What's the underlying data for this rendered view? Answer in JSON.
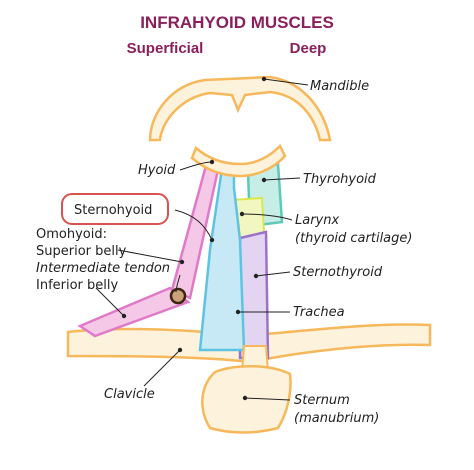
{
  "header": {
    "title": "INFRAHYOID MUSCLES",
    "subtitle_left": "Superficial",
    "subtitle_right": "Deep"
  },
  "labels": {
    "mandible": "Mandible",
    "hyoid": "Hyoid",
    "thyrohyoid": "Thyrohyoid",
    "sternohyoid": "Sternohyoid",
    "larynx": "Larynx",
    "thyroid_cartilage": "(thyroid cartilage)",
    "omohyoid": "Omohyoid:",
    "superior_belly": "Superior belly",
    "intermediate_tendon": "Intermediate tendon",
    "inferior_belly": "Inferior belly",
    "sternothyroid": "Sternothyroid",
    "trachea": "Trachea",
    "clavicle": "Clavicle",
    "sternum": "Sternum",
    "manubrium": "(manubrium)"
  },
  "colors": {
    "title": "#8a1f5c",
    "bone": "#f6b85a",
    "bone_fill": "#fdf3dc",
    "sternohyoid": "#5ec3e0",
    "omohyoid": "#e07ac8",
    "thyrohyoid": "#5ec9b8",
    "sternothyroid": "#9a73c9",
    "larynx": "#d9e84a",
    "highlight_box": "#d9534f"
  }
}
